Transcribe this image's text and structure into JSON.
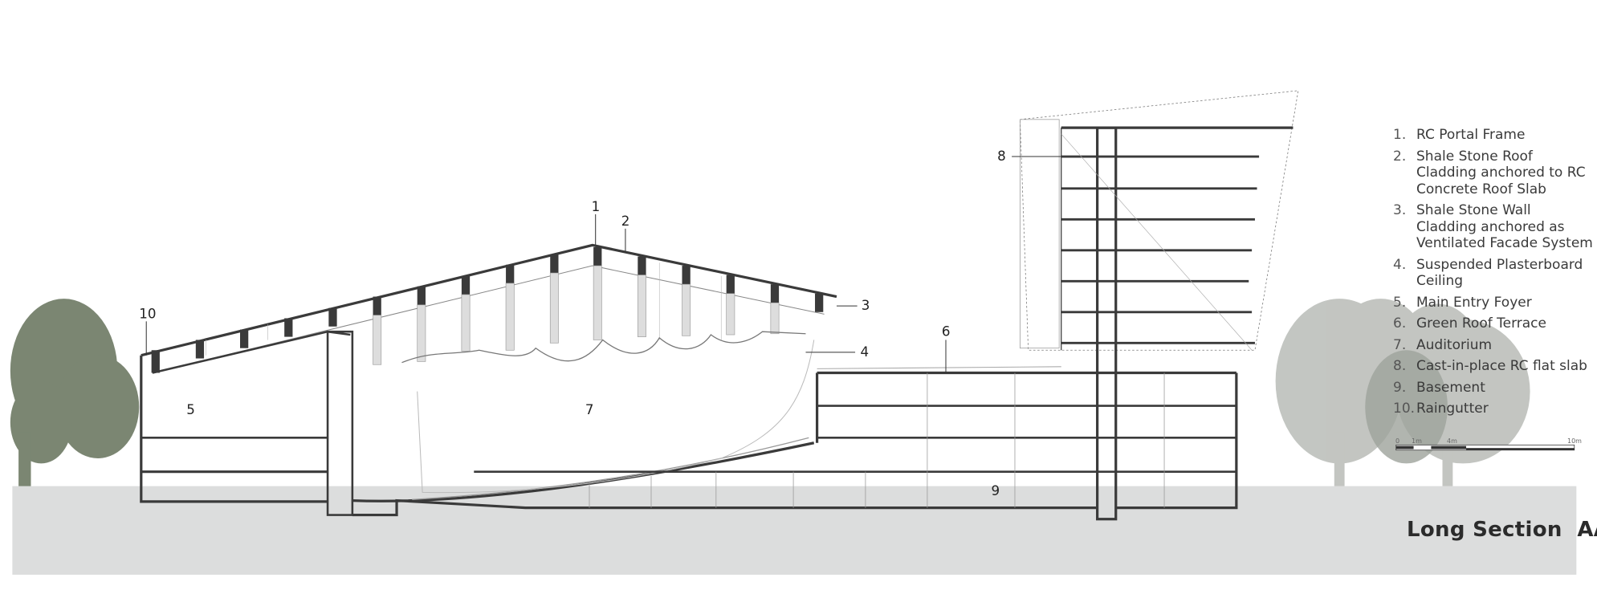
{
  "title": "Long Section  AA",
  "legend": [
    {
      "num": "1.",
      "label": "RC Portal Frame"
    },
    {
      "num": "2.",
      "label": "Shale Stone Roof Cladding anchored to RC Concrete Roof Slab"
    },
    {
      "num": "3.",
      "label": "Shale Stone Wall Cladding anchored as Ventilated Facade System"
    },
    {
      "num": "4.",
      "label": "Suspended Plasterboard Ceiling"
    },
    {
      "num": "5.",
      "label": "Main Entry Foyer"
    },
    {
      "num": "6.",
      "label": "Green Roof Terrace"
    },
    {
      "num": "7.",
      "label": "Auditorium"
    },
    {
      "num": "8.",
      "label": "Cast-in-place RC flat slab"
    },
    {
      "num": "9.",
      "label": "Basement"
    },
    {
      "num": "10.",
      "label": "Raingutter"
    }
  ],
  "callouts": [
    "1",
    "2",
    "3",
    "4",
    "5",
    "6",
    "7",
    "8",
    "9",
    "10"
  ],
  "scale_bar": [
    "0",
    "1m",
    "4m",
    "10m"
  ],
  "colors": {
    "ground": "#dcdddd",
    "tree_dark": "#7b8672",
    "tree_light": "#b9bcb7",
    "line": "#3a3a3a"
  }
}
